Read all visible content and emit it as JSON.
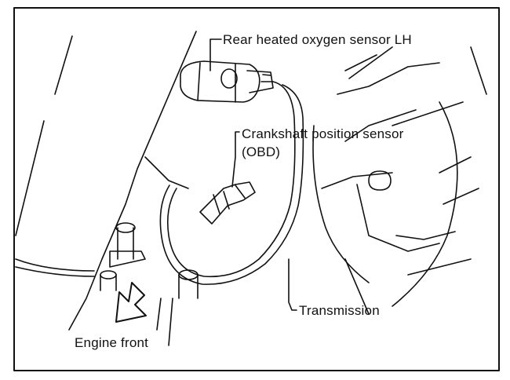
{
  "labels": {
    "rear_o2": "Rear heated oxygen sensor LH",
    "crank_line1": "Crankshaft position sensor",
    "crank_line2": "(OBD)",
    "transmission": "Transmission",
    "engine_front": "Engine front"
  },
  "colors": {
    "line": "#111111",
    "background": "#ffffff"
  },
  "icons": {
    "direction": "arrow-down-left-icon"
  }
}
